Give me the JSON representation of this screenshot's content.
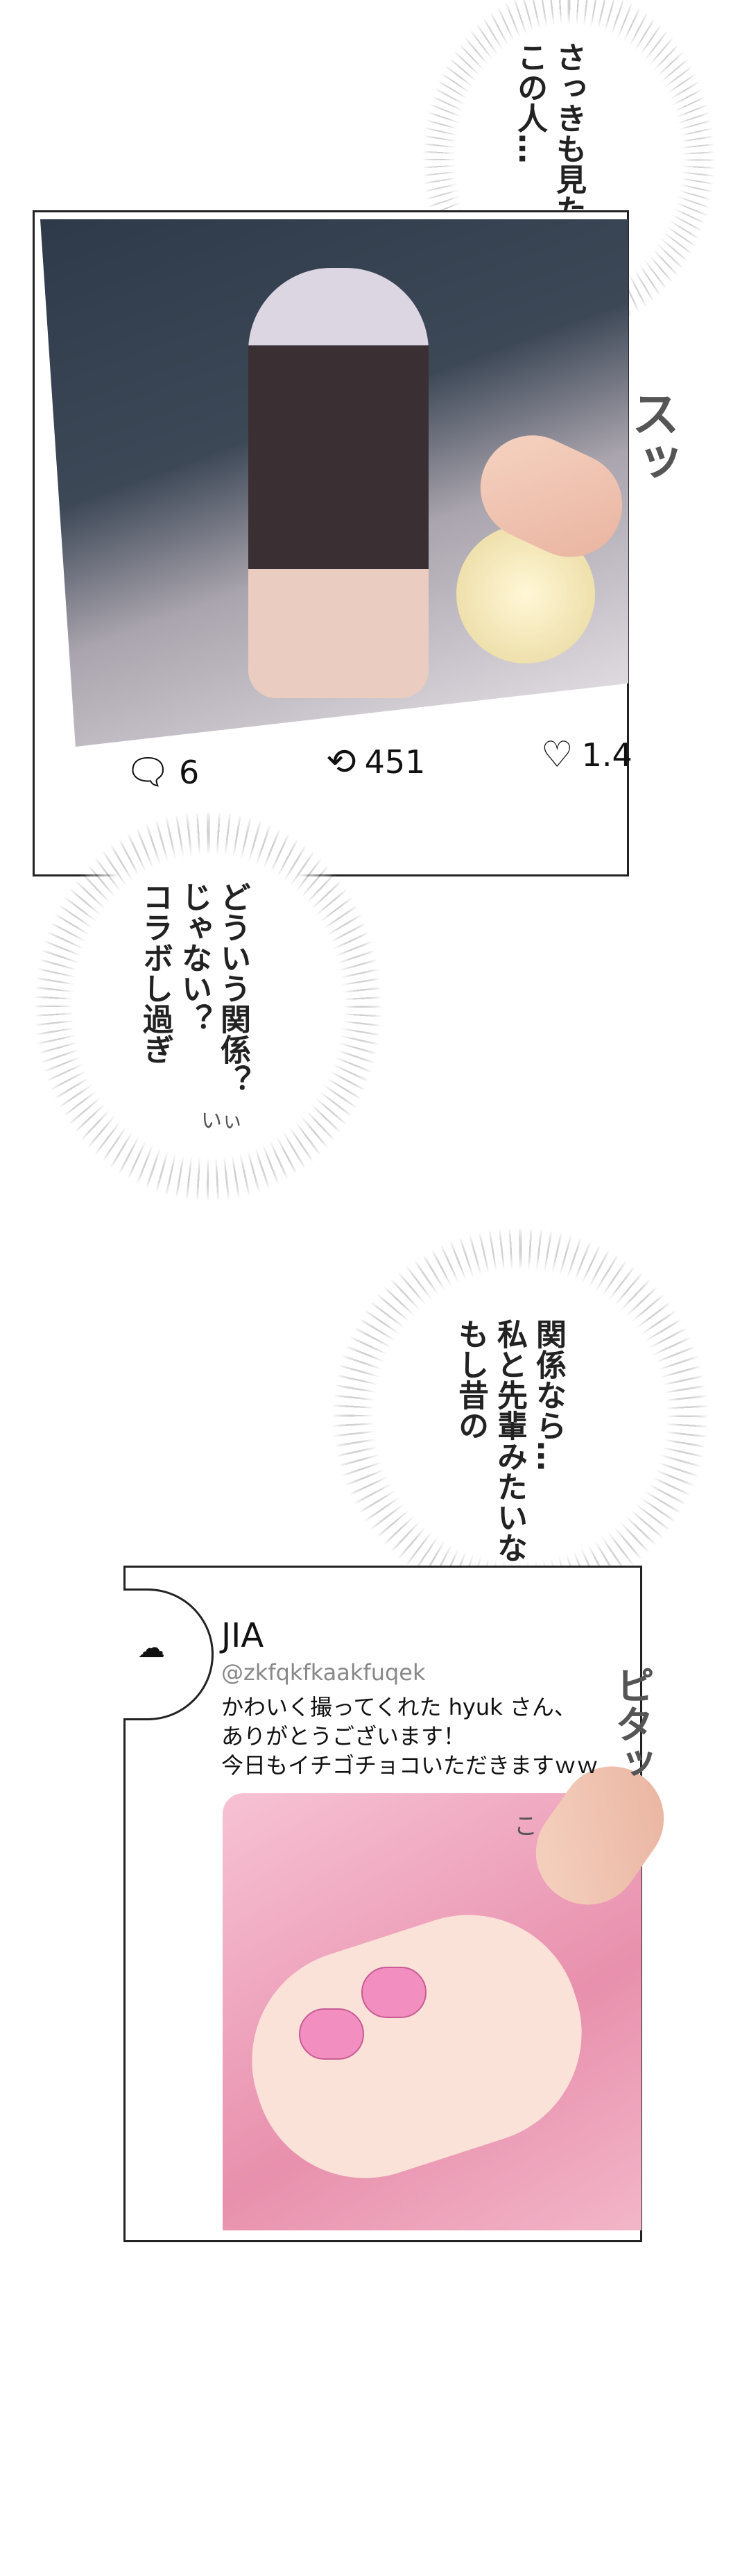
{
  "bubbles": [
    {
      "lines": [
        "この人…",
        "さっきも見た"
      ]
    },
    {
      "lines": [
        "コラボし過ぎ",
        "じゃない？",
        "どういう関係？"
      ]
    },
    {
      "lines": [
        "もし昔の",
        "私と先輩みたいな",
        "関係なら…"
      ]
    }
  ],
  "sfx": {
    "swipe": "スッ",
    "stop": "ピタッ",
    "small1": "いぃ",
    "small2": "こ"
  },
  "post1": {
    "comments": {
      "icon": "comment-icon",
      "count": "6"
    },
    "reposts": {
      "icon": "repost-icon",
      "count": "451"
    },
    "likes": {
      "icon": "heart-icon",
      "count": "1.4"
    }
  },
  "post2": {
    "name": "JIA",
    "handle": "@zkfqkfkaakfuqek",
    "text_lines": [
      "かわいく撮ってくれた hyuk さん、",
      "ありがとうございます！",
      "今日もイチゴチョコいただきますｗｗ"
    ]
  },
  "colors": {
    "text": "#111111",
    "handle": "#888888",
    "card_border": "#222222",
    "pink": "#e890ad"
  }
}
